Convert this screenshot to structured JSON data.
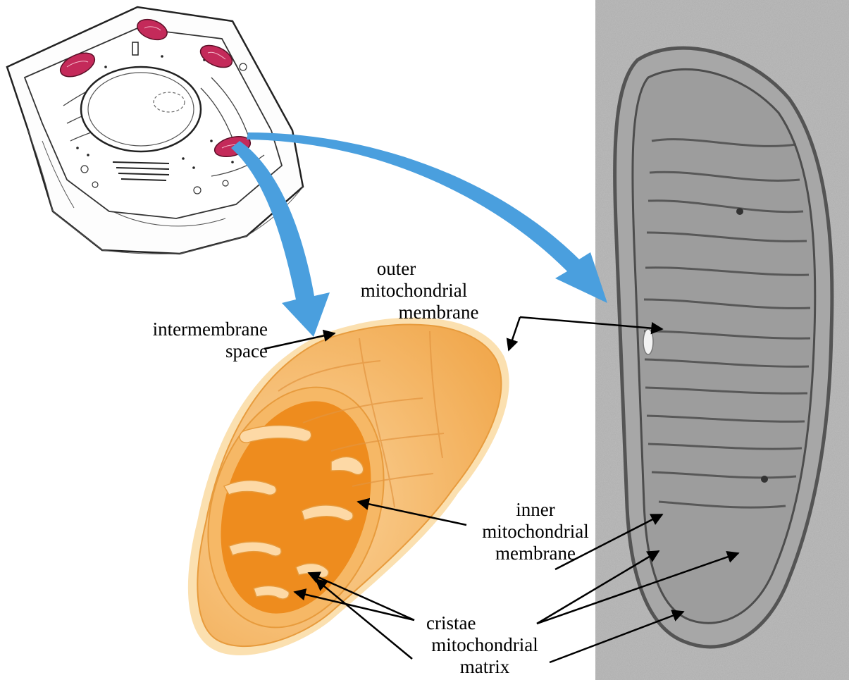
{
  "labels": {
    "outer_membrane": [
      "outer",
      "mitochondrial",
      "membrane"
    ],
    "intermembrane_space": [
      "intermembrane",
      "space"
    ],
    "inner_membrane": [
      "inner",
      "mitochondrial",
      "membrane"
    ],
    "cristae": "cristae",
    "matrix": [
      "mitochondrial",
      "matrix"
    ]
  },
  "colors": {
    "arrow_blue": "#4a9fde",
    "mito_outer": "#f6b866",
    "mito_light": "#fbe0b0",
    "mito_matrix": "#ee8c1e",
    "mito_crista": "#fdd9a6",
    "organelle_red": "#c42a5a",
    "em_gray": "#b9b9b9",
    "em_dark": "#5a5a5a"
  }
}
